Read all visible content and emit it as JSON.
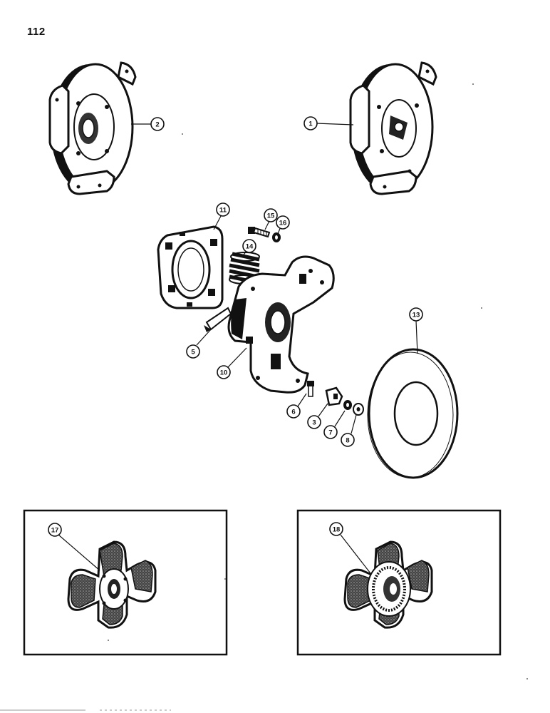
{
  "page": {
    "number": "112"
  },
  "callouts": [
    "2",
    "1",
    "11",
    "15",
    "16",
    "14",
    "5",
    "10",
    "13",
    "6",
    "3",
    "7",
    "8",
    "17",
    "18"
  ]
}
